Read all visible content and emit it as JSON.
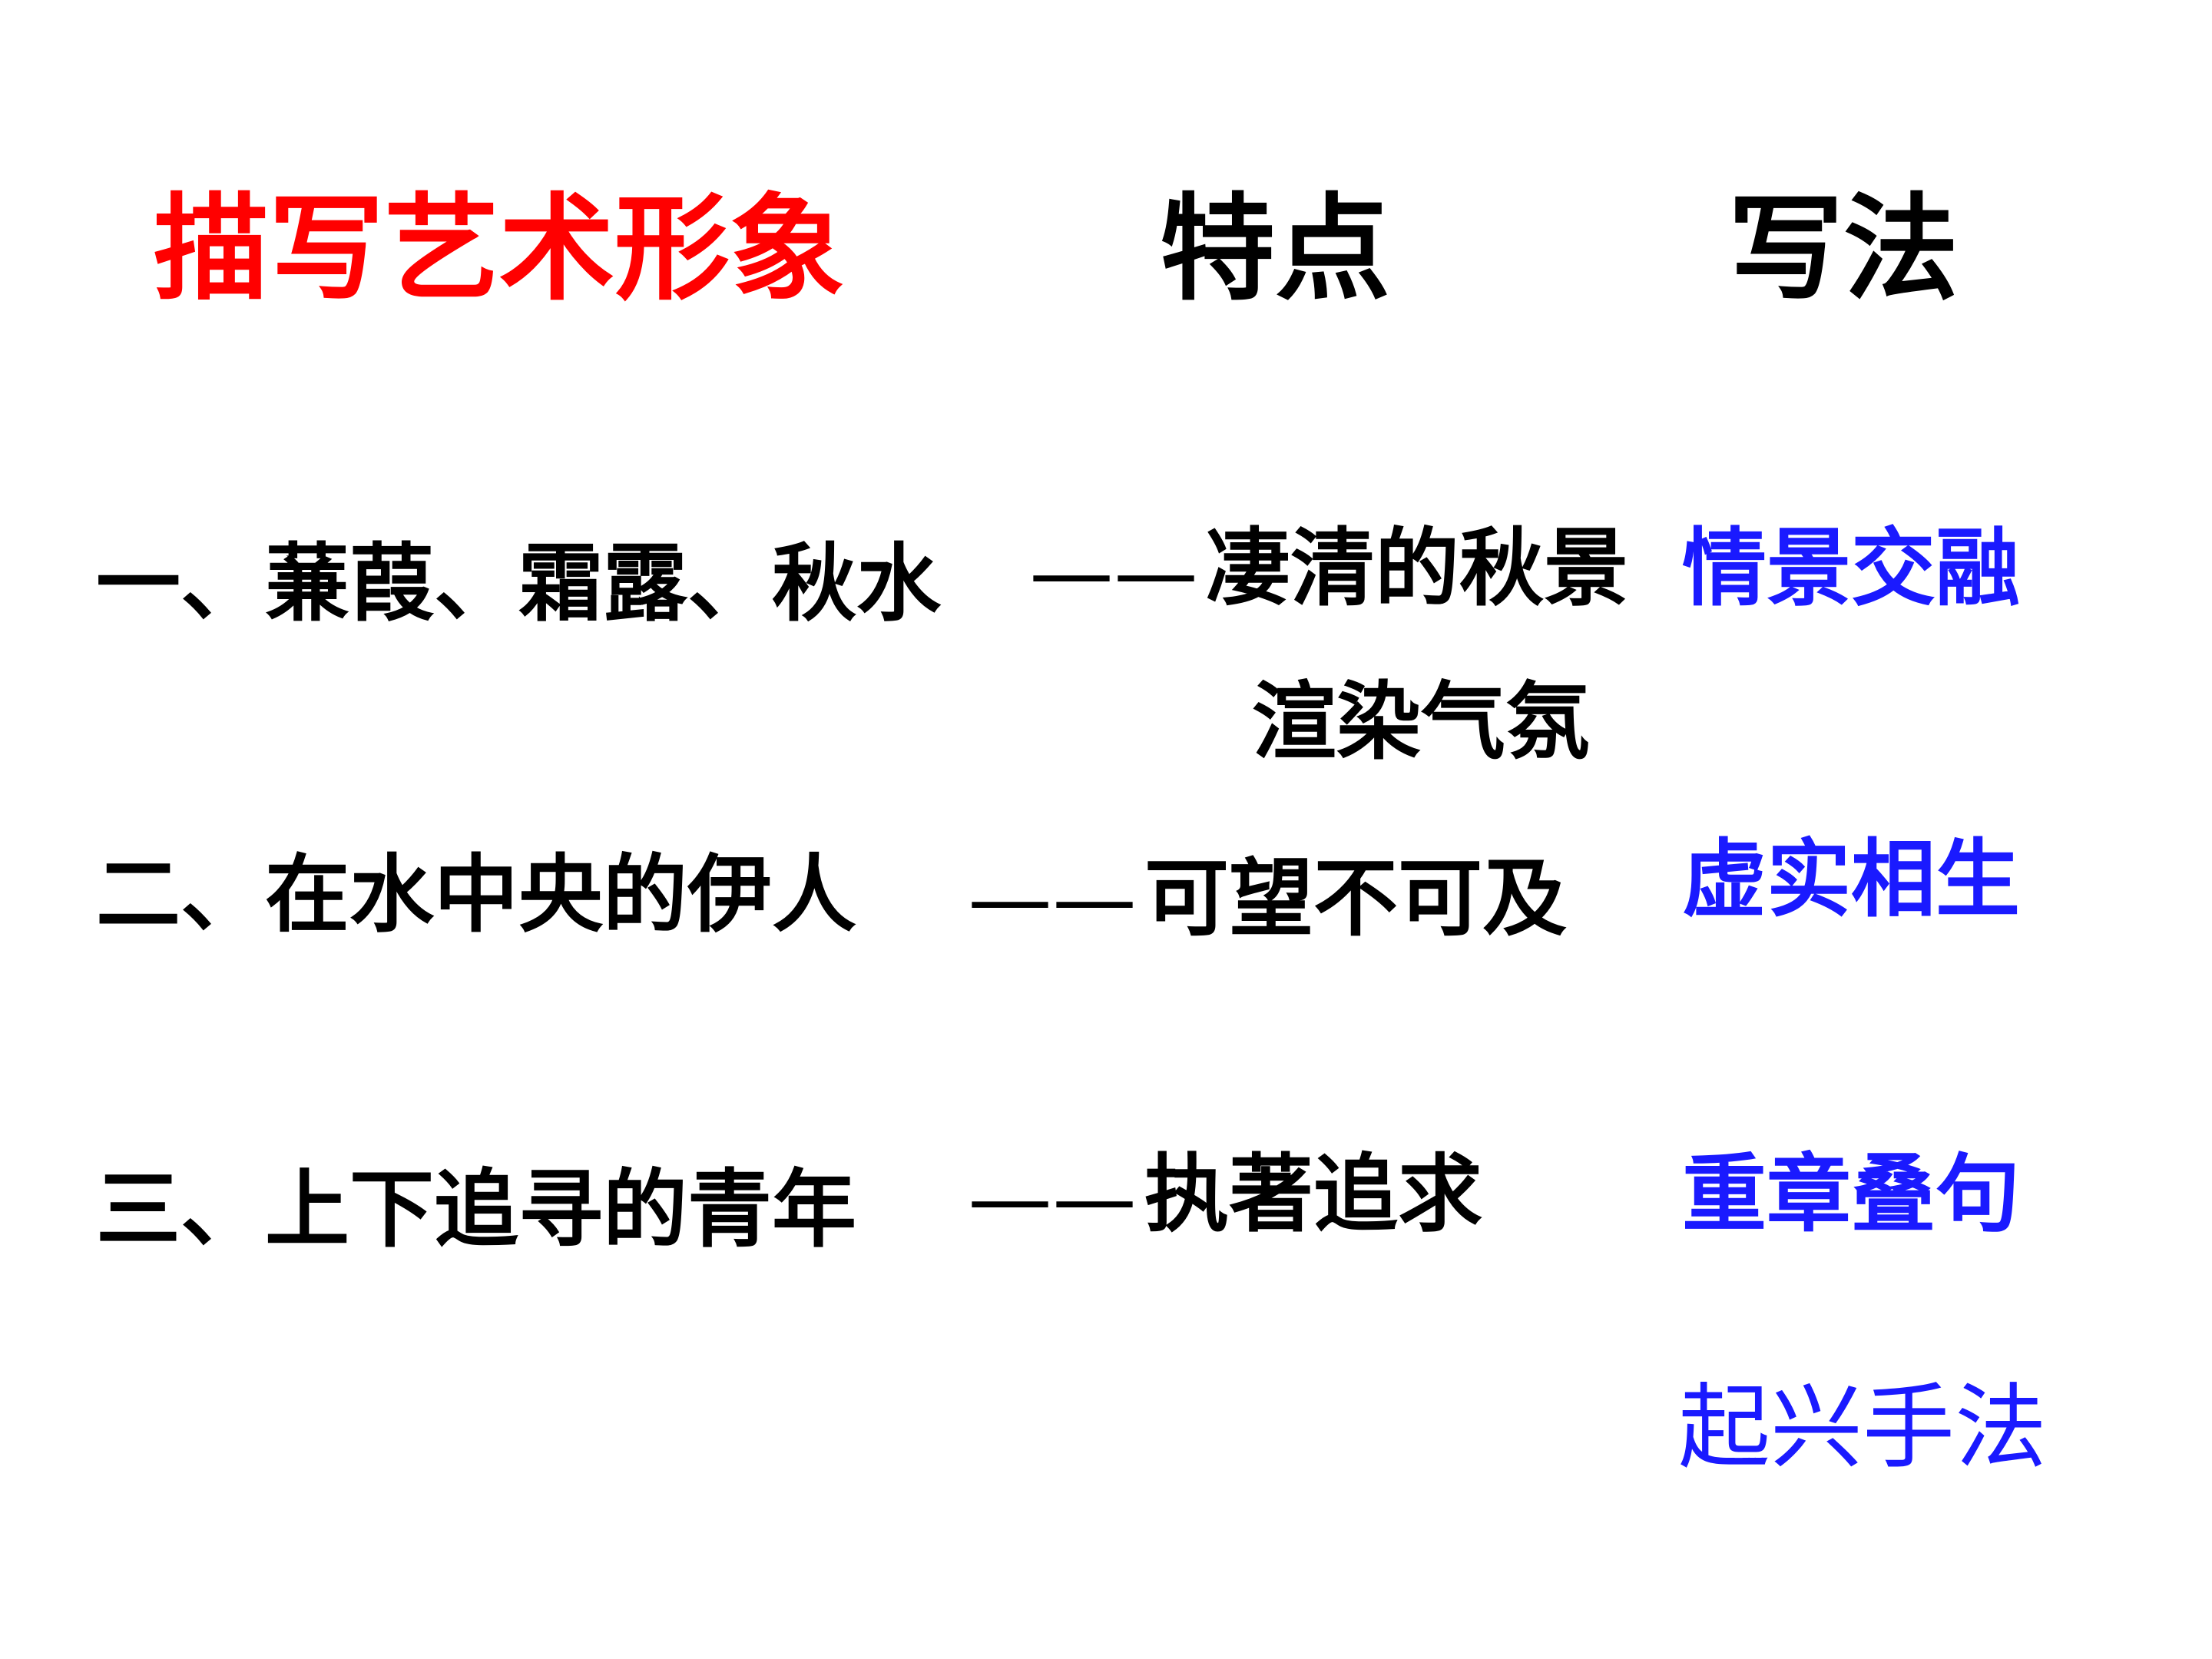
{
  "header": {
    "col1": "描写艺术形象",
    "col2": "特点",
    "col3": "写法"
  },
  "rows": [
    {
      "image": "一、蒹葭、霜露、秋水",
      "dash": "——",
      "feature": "凄清的秋景",
      "feature_2": "渲染气氛",
      "technique": "情景交融"
    },
    {
      "image": "二、在水中央的伊人",
      "dash": "——",
      "feature": "可望不可及",
      "technique": "虚实相生"
    },
    {
      "image": "三、上下追寻的青年",
      "dash": "——",
      "feature": "执著追求",
      "technique": "重章叠句"
    }
  ],
  "extra_technique": "起兴手法",
  "colors": {
    "heading_accent": "#ff0000",
    "technique": "#1a1aff",
    "text": "#000000"
  }
}
